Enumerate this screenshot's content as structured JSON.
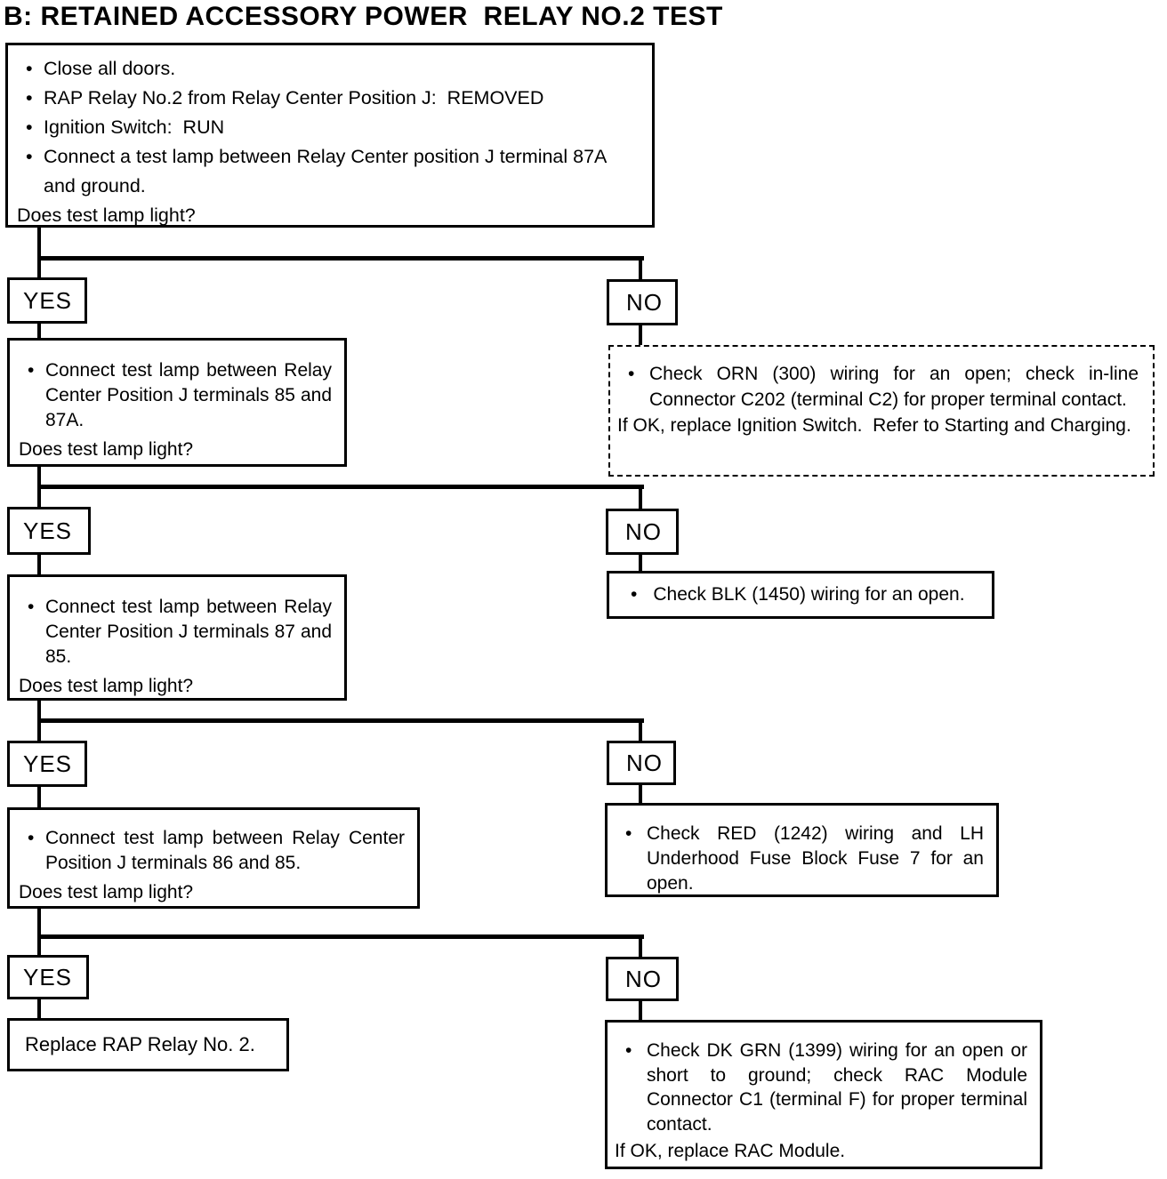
{
  "title": "B: RETAINED ACCESSORY POWER  RELAY NO.2 TEST",
  "colors": {
    "line": "#000000",
    "background": "#ffffff",
    "text": "#000000"
  },
  "start": {
    "bullet1": "Close all doors.",
    "bullet2": "RAP Relay No.2 from Relay Center Position J:  REMOVED",
    "bullet3": "Ignition Switch:  RUN",
    "bullet4": "Connect a test lamp between Relay Center position J terminal 87A and ground.",
    "question": "Does test lamp light?"
  },
  "rows": [
    {
      "yes_label": "YES",
      "no_label": "NO",
      "action": {
        "bullet": "Connect test lamp between Relay Center Position J terminals 85 and 87A.",
        "question": "Does test lamp light?"
      },
      "no_action": {
        "bullet": "Check ORN (300) wiring for an open; check in-line Connector C202 (terminal C2) for proper terminal contact.",
        "footer": "If OK, replace Ignition Switch.  Refer to Starting and Charging."
      }
    },
    {
      "yes_label": "YES",
      "no_label": "NO",
      "action": {
        "bullet": "Connect test lamp between Relay Center Position J terminals 87 and 85.",
        "question": "Does test lamp light?"
      },
      "no_action": {
        "bullet": "Check BLK (1450) wiring for an open."
      }
    },
    {
      "yes_label": "YES",
      "no_label": "NO",
      "action": {
        "bullet": "Connect test lamp between Relay Center Position J terminals 86 and 85.",
        "question": "Does test lamp light?"
      },
      "no_action": {
        "bullet": "Check RED (1242) wiring and LH Underhood Fuse Block Fuse 7 for an open."
      }
    },
    {
      "yes_label": "YES",
      "no_label": "NO",
      "action": {
        "result": "Replace RAP Relay No. 2."
      },
      "no_action": {
        "bullet": "Check DK GRN (1399) wiring for an open or short to ground; check RAC Module Connector C1 (terminal F) for proper terminal contact.",
        "footer": "If OK, replace RAC Module."
      }
    }
  ]
}
